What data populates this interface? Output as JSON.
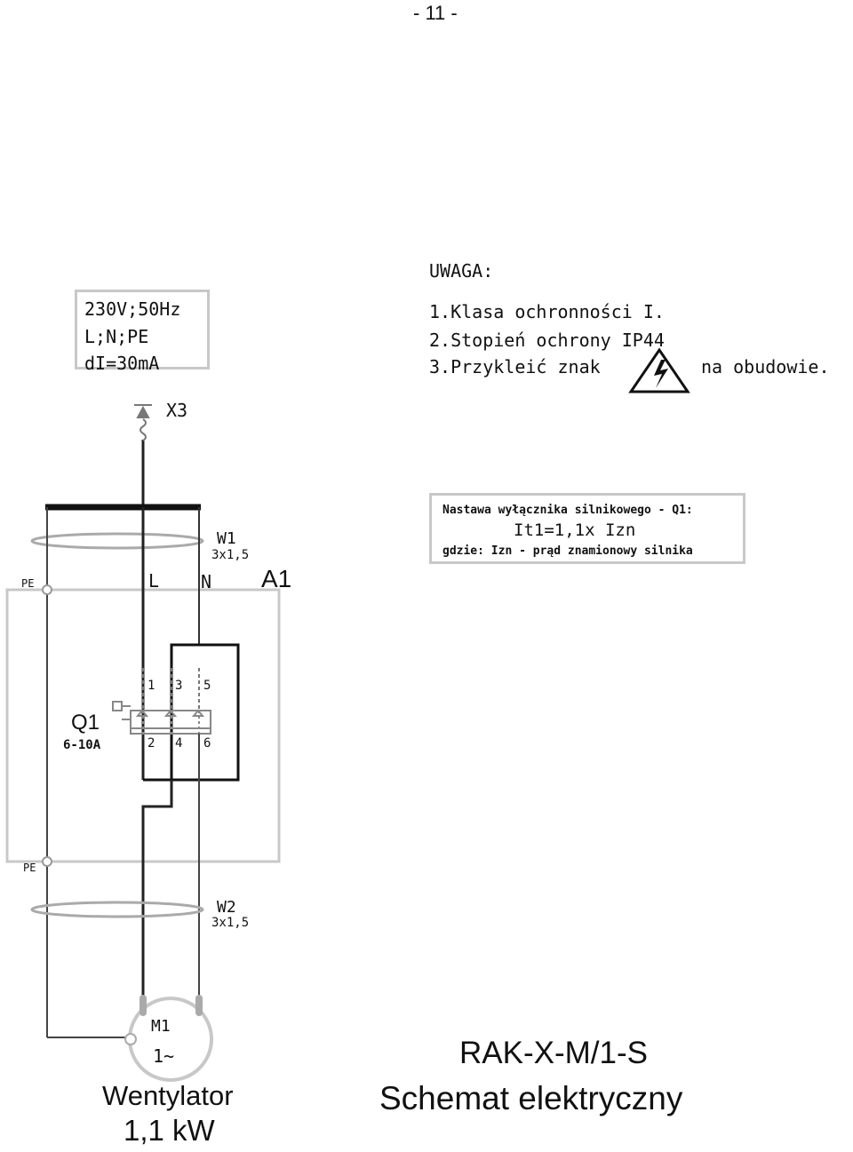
{
  "page_number": "- 11 -",
  "supply": {
    "line1": "230V;50Hz",
    "line2": "L;N;PE",
    "line3": "dI=30mA"
  },
  "notes": {
    "title": "UWAGA:",
    "item1": "1.Klasa ochronności I.",
    "item2": "2.Stopień ochrony IP44",
    "item3_pre": "3.Przykleić znak",
    "item3_post": "na obudowie."
  },
  "setting": {
    "line1": "Nastawa wyłącznika silnikowego - Q1:",
    "line2": "It1=1,1x Izn",
    "line3": "gdzie: Izn - prąd znamionowy silnika"
  },
  "labels": {
    "x3": "X3",
    "w1": "W1",
    "w1_spec": "3x1,5",
    "w2": "W2",
    "w2_spec": "3x1,5",
    "pe_top": "PE",
    "pe_bottom": "PE",
    "l": "L",
    "n": "N",
    "a1": "A1",
    "q1": "Q1",
    "q1_range": "6-10A",
    "t1": "1",
    "t3": "3",
    "t5": "5",
    "t2": "2",
    "t4": "4",
    "t6": "6",
    "m1": "M1",
    "m1_type": "1~"
  },
  "footer": {
    "device_name": "Wentylator",
    "device_power": "1,1 kW",
    "model": "RAK-X-M/1-S",
    "doc_title": "Schemat elektryczny"
  }
}
